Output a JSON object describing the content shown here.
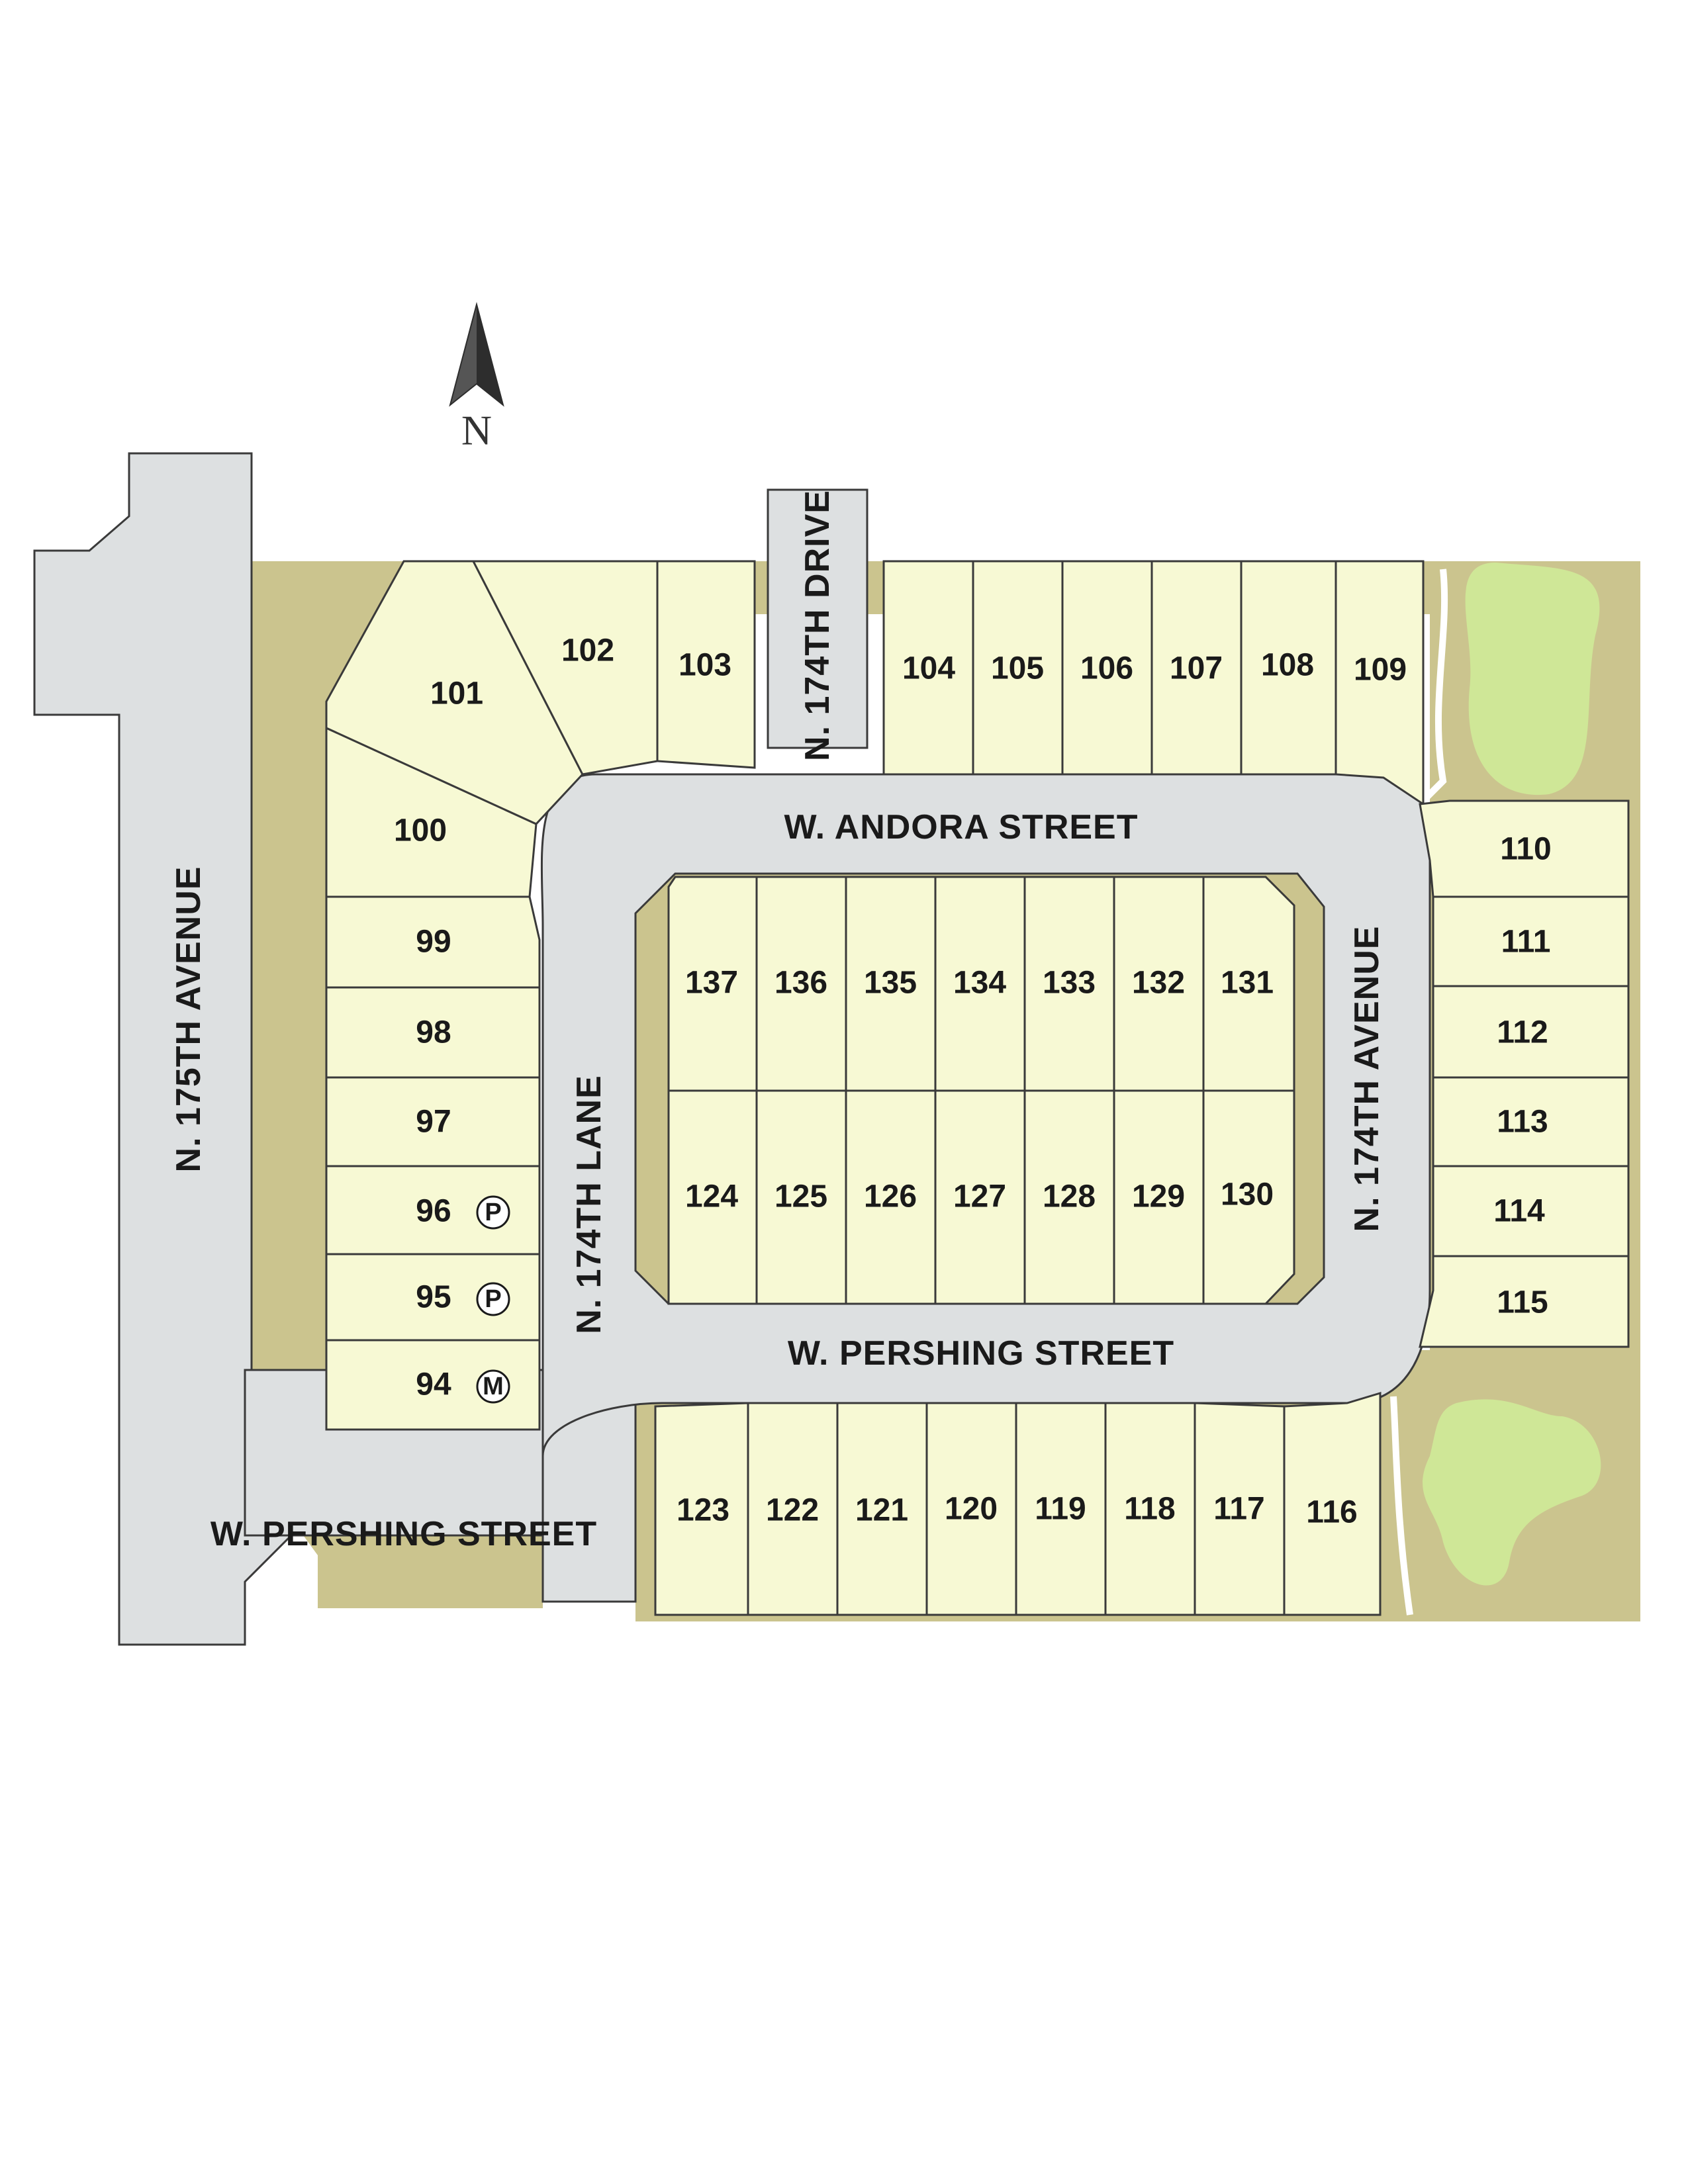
{
  "map": {
    "north_label": "N",
    "streets": {
      "n175th_avenue": "N. 175TH AVENUE",
      "n174th_lane": "N. 174TH LANE",
      "n174th_drive": "N. 174TH DRIVE",
      "n174th_avenue": "N. 174TH AVENUE",
      "w_andora_street": "W. ANDORA STREET",
      "w_pershing_street_center": "W. PERSHING STREET",
      "w_pershing_street_south": "W. PERSHING STREET"
    },
    "lots": [
      {
        "id": "94",
        "marker": "M"
      },
      {
        "id": "95",
        "marker": "P"
      },
      {
        "id": "96",
        "marker": "P"
      },
      {
        "id": "97"
      },
      {
        "id": "98"
      },
      {
        "id": "99"
      },
      {
        "id": "100"
      },
      {
        "id": "101"
      },
      {
        "id": "102"
      },
      {
        "id": "103"
      },
      {
        "id": "104"
      },
      {
        "id": "105"
      },
      {
        "id": "106"
      },
      {
        "id": "107"
      },
      {
        "id": "108"
      },
      {
        "id": "109"
      },
      {
        "id": "110"
      },
      {
        "id": "111"
      },
      {
        "id": "112"
      },
      {
        "id": "113"
      },
      {
        "id": "114"
      },
      {
        "id": "115"
      },
      {
        "id": "116"
      },
      {
        "id": "117"
      },
      {
        "id": "118"
      },
      {
        "id": "119"
      },
      {
        "id": "120"
      },
      {
        "id": "121"
      },
      {
        "id": "122"
      },
      {
        "id": "123"
      },
      {
        "id": "124"
      },
      {
        "id": "125"
      },
      {
        "id": "126"
      },
      {
        "id": "127"
      },
      {
        "id": "128"
      },
      {
        "id": "129"
      },
      {
        "id": "130"
      },
      {
        "id": "131"
      },
      {
        "id": "132"
      },
      {
        "id": "133"
      },
      {
        "id": "134"
      },
      {
        "id": "135"
      },
      {
        "id": "136"
      },
      {
        "id": "137"
      }
    ],
    "colors": {
      "lot_fill": "#f7f9d4",
      "road_fill": "#dde0e1",
      "open_space": "#cbc48e",
      "pond": "#cfe797",
      "outline": "#3a3a3a"
    }
  }
}
